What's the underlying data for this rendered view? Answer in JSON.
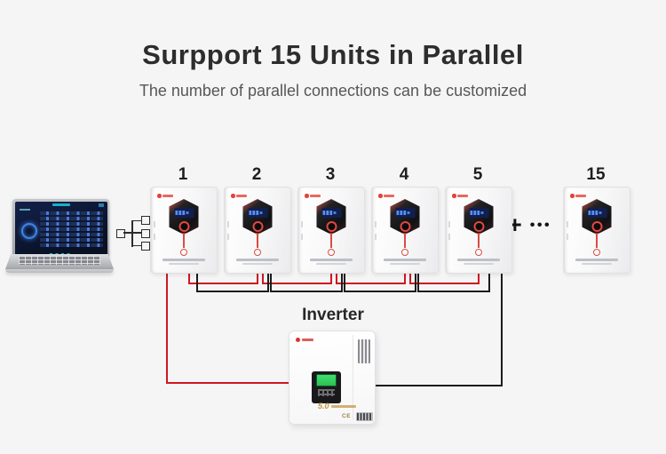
{
  "header": {
    "title": "Surpport 15 Units in Parallel",
    "subtitle": "The number of parallel connections can be customized"
  },
  "units": {
    "labels": [
      "1",
      "2",
      "3",
      "4",
      "5",
      "15"
    ],
    "more_plus": "+",
    "more_dots": "•••"
  },
  "inverter": {
    "label": "Inverter",
    "model_badge": "5.0",
    "ce_mark": "CE"
  },
  "colors": {
    "background": "#f5f5f6",
    "positive_wire_red": "#cf1722",
    "negative_wire_black": "#1b1b1b",
    "brand_red": "#e0443a",
    "battery_lcd_blue": "#5d8ef0",
    "inverter_lcd_green": "#3bd465",
    "laptop_screen_navy": "#0e1a38",
    "laptop_accent_teal": "#17b0c6",
    "gold_accent": "#c2923c"
  }
}
